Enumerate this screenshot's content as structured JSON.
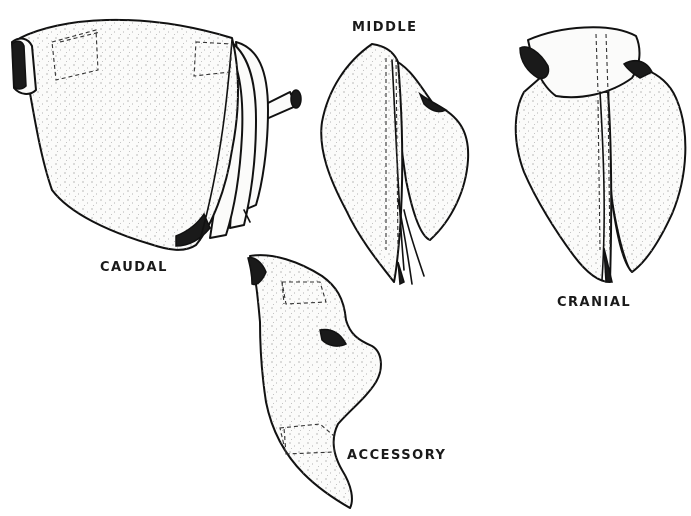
{
  "figure": {
    "labels": {
      "middle": "MIDDLE",
      "caudal": "CAUDAL",
      "cranial": "CRANIAL",
      "accessory": "ACCESSORY"
    }
  }
}
